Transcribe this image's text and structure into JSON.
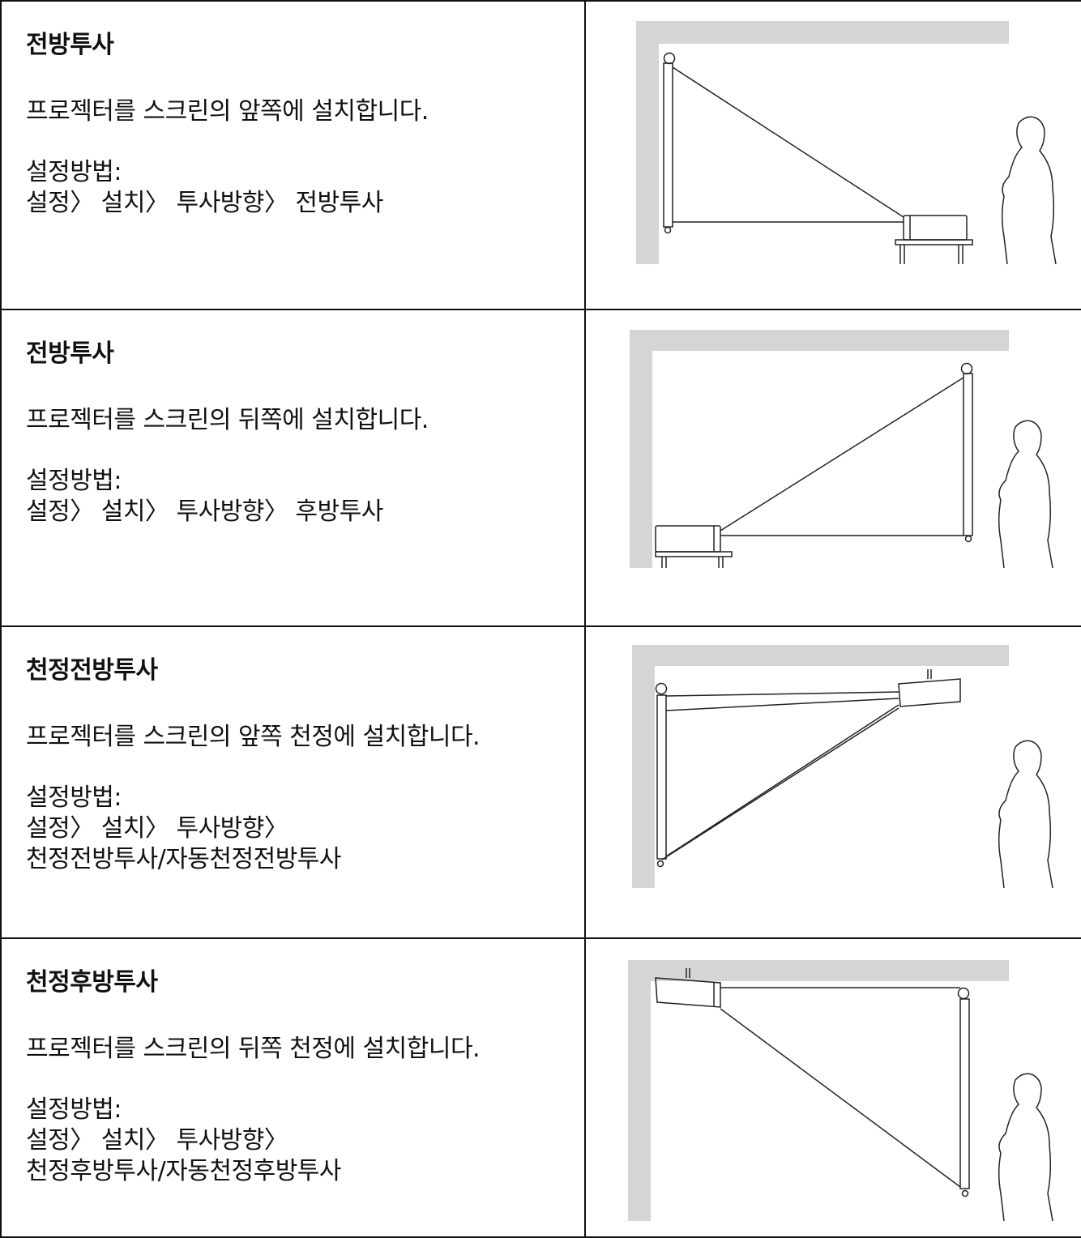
{
  "rows": [
    {
      "title": "전방투사",
      "description": "프로젝터를 스크린의 앞쪽에 설치합니다.",
      "path_label": "설정방법:",
      "path_lines": [
        "설정〉 설치〉 투사방향〉 전방투사"
      ],
      "illustration": "front-floor-projection"
    },
    {
      "title": "전방투사",
      "description": "프로젝터를 스크린의 뒤쪽에 설치합니다.",
      "path_label": "설정방법:",
      "path_lines": [
        "설정〉 설치〉 투사방향〉 후방투사"
      ],
      "illustration": "rear-floor-projection"
    },
    {
      "title": "천정전방투사",
      "description": "프로젝터를 스크린의 앞쪽 천정에 설치합니다.",
      "path_label": "설정방법:",
      "path_lines": [
        "설정〉 설치〉 투사방향〉",
        "천정전방투사/자동천정전방투사"
      ],
      "illustration": "front-ceiling-projection"
    },
    {
      "title": "천정후방투사",
      "description": "프로젝터를 스크린의 뒤쪽 천정에 설치합니다.",
      "path_label": "설정방법:",
      "path_lines": [
        "설정〉 설치〉 투사방향〉",
        "천정후방투사/자동천정후방투사"
      ],
      "illustration": "rear-ceiling-projection"
    }
  ],
  "colors": {
    "wall": "#d4d5d7",
    "line": "#222222",
    "border": "#111111"
  }
}
